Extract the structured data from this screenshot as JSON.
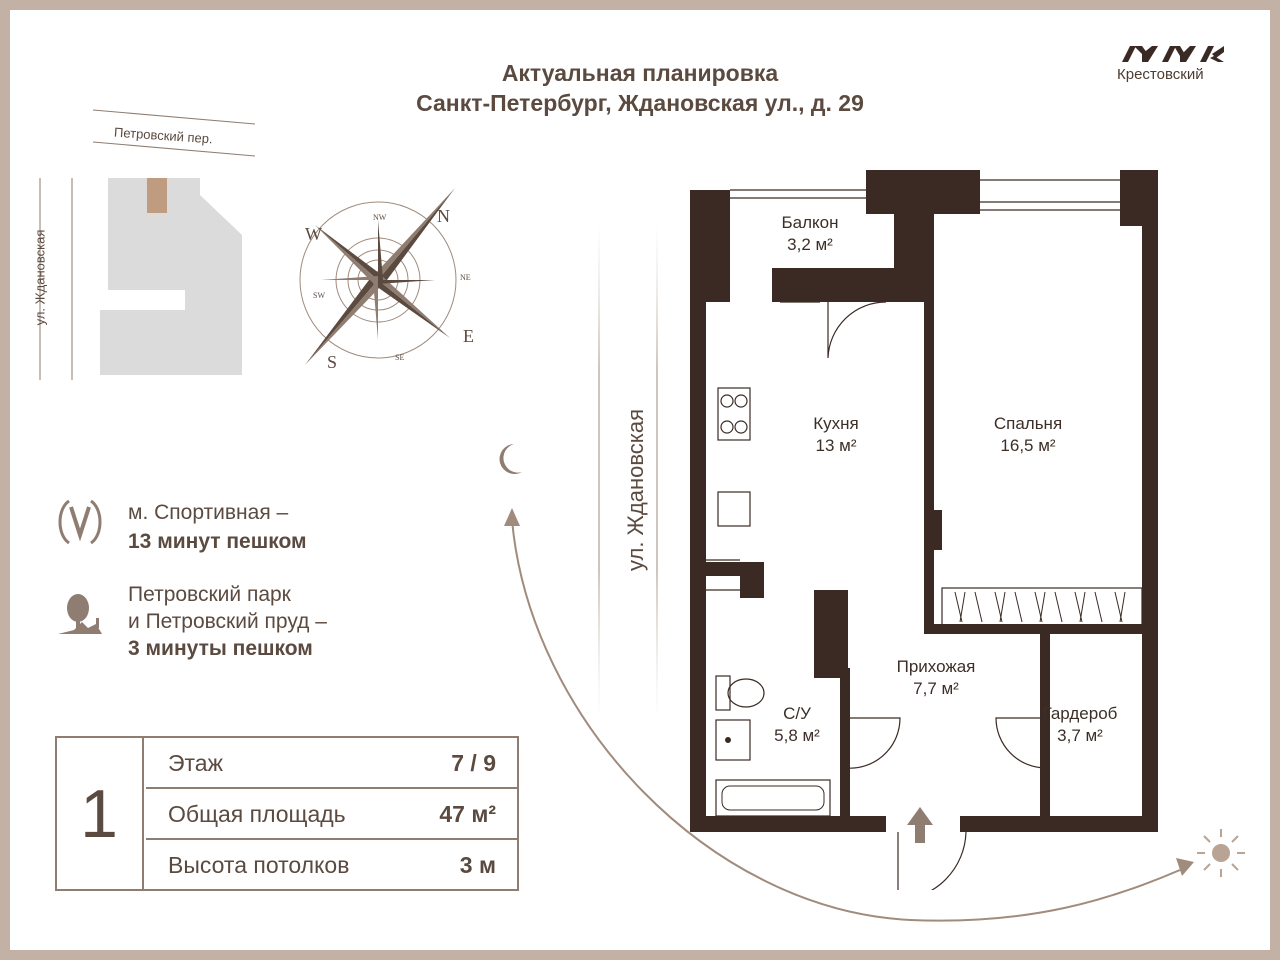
{
  "header": {
    "title_line1": "Актуальная планировка",
    "title_line2": "Санкт-Петербург, Ждановская ул., д. 29"
  },
  "logo": {
    "text": "Крестовский"
  },
  "site_map": {
    "street_top": "Петровский пер.",
    "street_left": "ул. Ждановская"
  },
  "compass": {
    "labels": [
      "N",
      "NE",
      "E",
      "SE",
      "S",
      "SW",
      "W",
      "NW"
    ]
  },
  "street_main": "ул. Ждановская",
  "metro": {
    "line1": "м. Спортивная –",
    "line2": "13 минут пешком"
  },
  "park": {
    "line1": "Петровский парк",
    "line2": "и Петровский пруд –",
    "line3": "3 минуты пешком"
  },
  "apartment": {
    "rooms_count": "1",
    "rows": [
      {
        "label": "Этаж",
        "value": "7 / 9"
      },
      {
        "label": "Общая площадь",
        "value": "47 м²"
      },
      {
        "label": "Высота потолков",
        "value": "3 м"
      }
    ]
  },
  "rooms": {
    "balcony": {
      "name": "Балкон",
      "area": "3,2 м²"
    },
    "kitchen": {
      "name": "Кухня",
      "area": "13 м²"
    },
    "bedroom": {
      "name": "Спальня",
      "area": "16,5 м²"
    },
    "hall": {
      "name": "Прихожая",
      "area": "7,7 м²"
    },
    "bath": {
      "name": "С/У",
      "area": "5,8 м²"
    },
    "wardrobe": {
      "name": "Гардероб",
      "area": "3,7 м²"
    }
  },
  "colors": {
    "accent": "#5b4a40",
    "wall": "#3b2a24",
    "border": "#c2b1a4",
    "arc": "#a08b7c"
  },
  "icons": [
    "moon-icon",
    "sun-icon",
    "metro-icon",
    "park-icon",
    "entrance-arrow-icon"
  ]
}
